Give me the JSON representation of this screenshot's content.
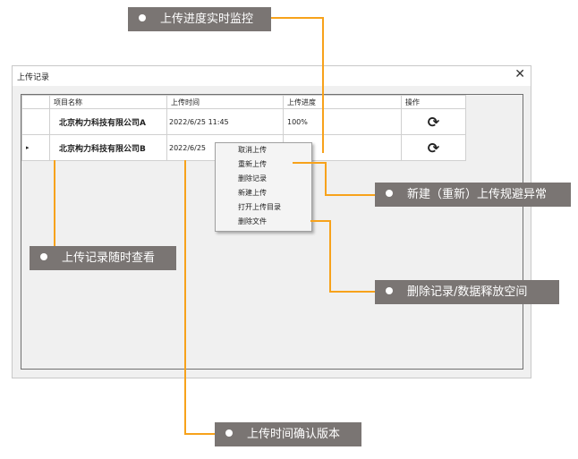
{
  "window": {
    "title": "上传记录",
    "close": "✕"
  },
  "table": {
    "headers": [
      "项目名称",
      "上传时间",
      "上传进度",
      "操作"
    ],
    "rows": [
      {
        "selected": "",
        "name": "北京构力科技有限公司A",
        "time": "2022/6/25 11:45",
        "progress": "100%",
        "action": "⟳"
      },
      {
        "selected": "▸",
        "name": "北京构力科技有限公司B",
        "time": "2022/6/25",
        "progress": "",
        "action": "⟳"
      }
    ]
  },
  "context_menu": [
    "取消上传",
    "重新上传",
    "删除记录",
    "新建上传",
    "打开上传目录",
    "删除文件"
  ],
  "callouts": [
    "上传进度实时监控",
    "新建（重新）上传规避异常",
    "删除记录/数据释放空间",
    "上传记录随时查看",
    "上传时间确认版本"
  ],
  "colors": {
    "callout": "#7a7573",
    "line": "#f7a21b"
  }
}
